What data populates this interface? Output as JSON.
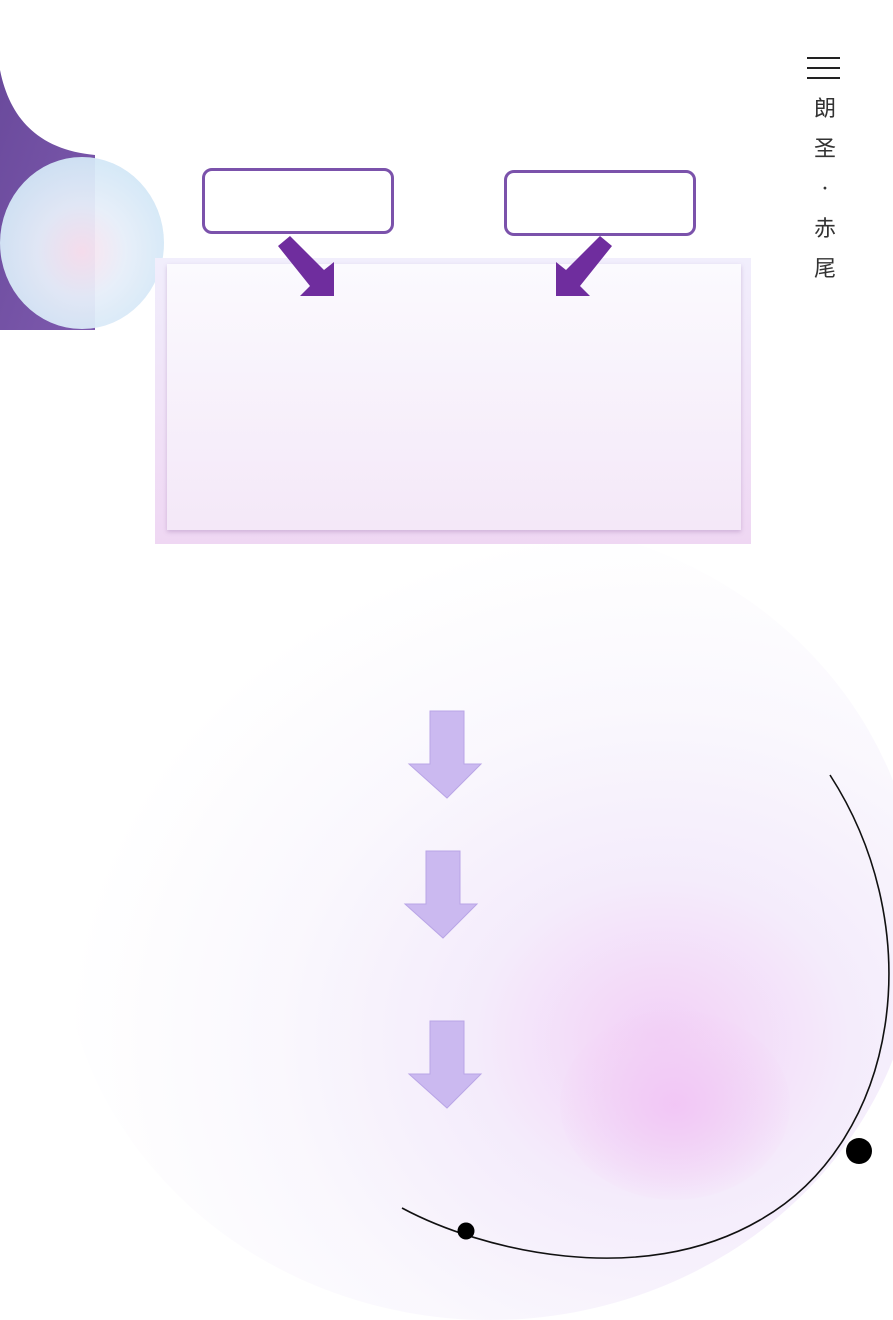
{
  "header": {
    "menu_icon": "hamburger-menu-icon",
    "vertical_title": [
      "朗",
      "圣",
      "·",
      "赤",
      "尾"
    ]
  },
  "diagram": {
    "left_box_label": "",
    "right_box_label": "",
    "panel_text": "",
    "arrow_color": "#6f2d9e",
    "flow_arrow_color": "#cbb9f0",
    "box_border_color": "#7b52ab"
  },
  "decoration": {
    "corner_shape_color": "#6a4a9c",
    "bubble_color": "#d6e9f7",
    "glow_color": "#f2c4f5",
    "orbit_color": "#111111"
  }
}
